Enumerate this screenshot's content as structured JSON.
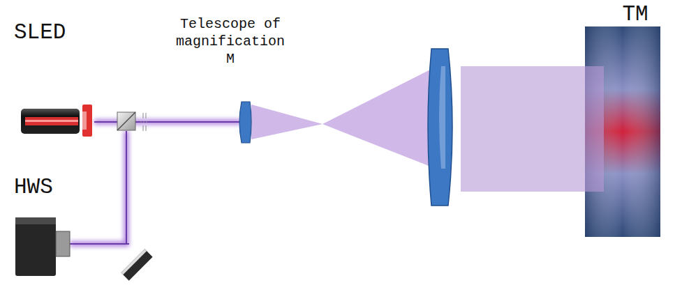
{
  "diagram": {
    "labels": [
      "SLED",
      "HWS",
      "Telescope of magnification M",
      "TM"
    ]
  }
}
